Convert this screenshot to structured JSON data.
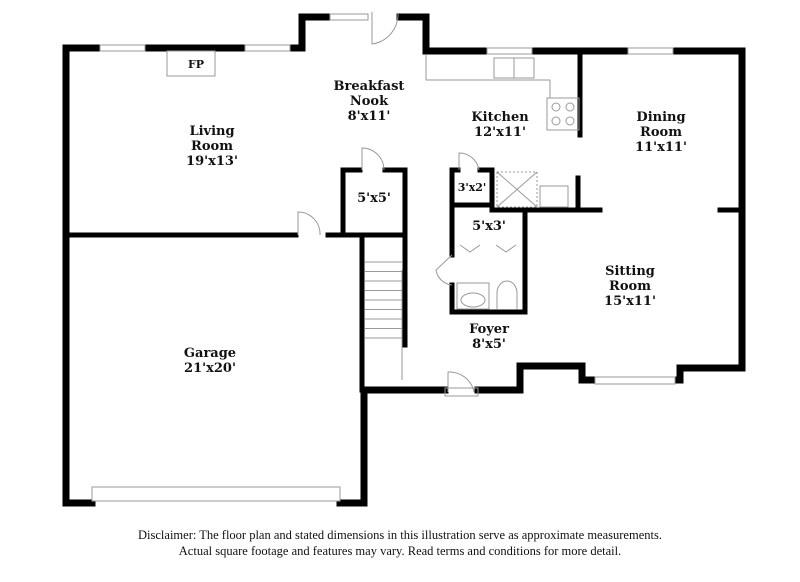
{
  "rooms": {
    "living": {
      "name": "Living\nRoom",
      "line1": "Living",
      "line2": "Room",
      "dims": "19'x13'"
    },
    "breakfast": {
      "line1": "Breakfast",
      "line2": "Nook",
      "dims": "8'x11'"
    },
    "kitchen": {
      "line1": "Kitchen",
      "dims": "12'x11'"
    },
    "dining": {
      "line1": "Dining",
      "line2": "Room",
      "dims": "11'x11'"
    },
    "closet": {
      "dims": "5'x5'"
    },
    "pantry": {
      "dims": "3'x2'"
    },
    "bath": {
      "dims": "5'x3'"
    },
    "sitting": {
      "line1": "Sitting",
      "line2": "Room",
      "dims": "15'x11'"
    },
    "foyer": {
      "line1": "Foyer",
      "dims": "8'x5'"
    },
    "garage": {
      "line1": "Garage",
      "dims": "21'x20'"
    }
  },
  "fireplace_label": "FP",
  "disclaimer": {
    "line1": "Disclaimer: The floor plan and stated dimensions in this illustration serve as approximate measurements.",
    "line2": "Actual square footage and features may vary. Read terms and conditions for more detail."
  }
}
